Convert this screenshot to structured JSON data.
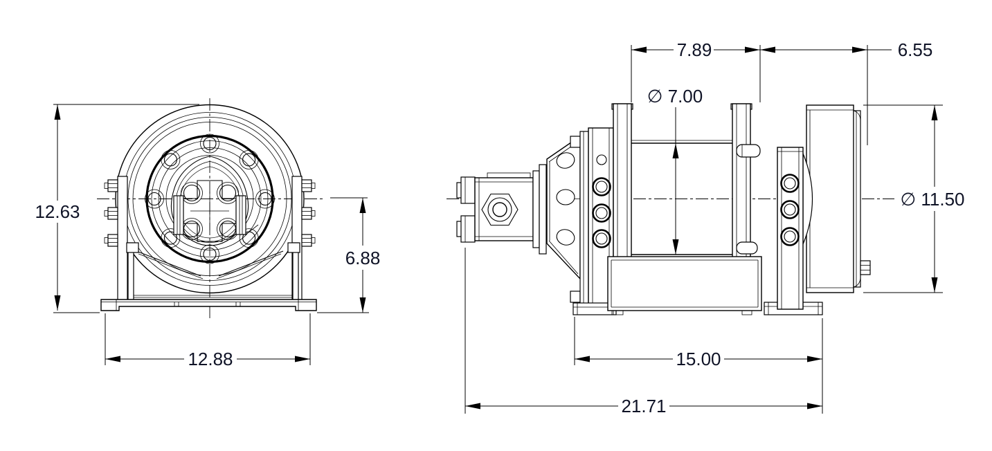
{
  "drawing": {
    "type": "2-view dimensioned CAD drawing of a hydraulic winch",
    "colors": {
      "background": "#ffffff",
      "line": "#000000",
      "dimension_text": "#0f1326"
    },
    "views": {
      "front": {
        "dims": {
          "overall_height": "12.63",
          "centerline_to_base": "6.88",
          "base_width": "12.88"
        }
      },
      "side": {
        "dims": {
          "drum_length": "7.89",
          "end_section_length": "6.55",
          "barrel_diameter": "∅ 7.00",
          "flange_diameter": "∅ 11.50",
          "base_length": "15.00",
          "overall_length": "21.71"
        }
      }
    }
  }
}
